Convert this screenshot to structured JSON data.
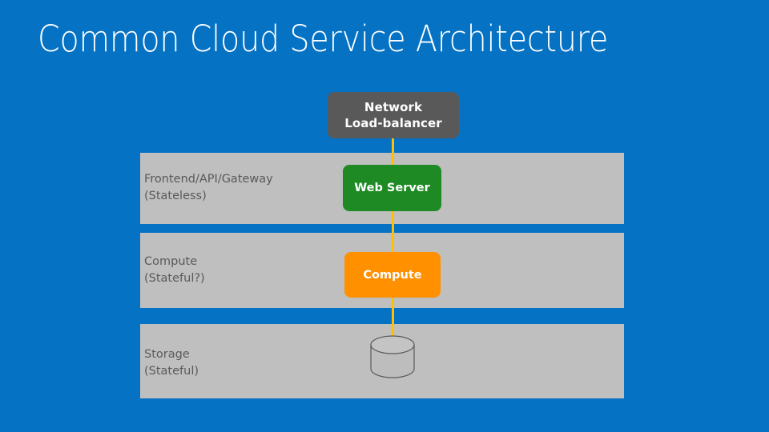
{
  "slide": {
    "title": "Common Cloud Service Architecture",
    "background_color": "#0572c4",
    "title_color": "#ffffff"
  },
  "diagram": {
    "connector_color": "#ffc000",
    "band_color": "#bfbfbf",
    "band_label_color": "#595959",
    "layers": [
      {
        "id": "frontend",
        "label": "Frontend/API/Gateway\n(Stateless)",
        "node_label": "Web Server",
        "node_color": "#1e8a24",
        "node_shape": "rounded-rect"
      },
      {
        "id": "compute",
        "label": "Compute\n(Stateful?)",
        "node_label": "Compute",
        "node_color": "#ff9000",
        "node_shape": "rounded-rect"
      },
      {
        "id": "storage",
        "label": "Storage\n(Stateful)",
        "node_label": "",
        "node_color": "#bfbfbf",
        "node_shape": "cylinder"
      }
    ],
    "top_node": {
      "label": "Network\nLoad-balancer",
      "color": "#595959",
      "shape": "rounded-rect"
    }
  }
}
